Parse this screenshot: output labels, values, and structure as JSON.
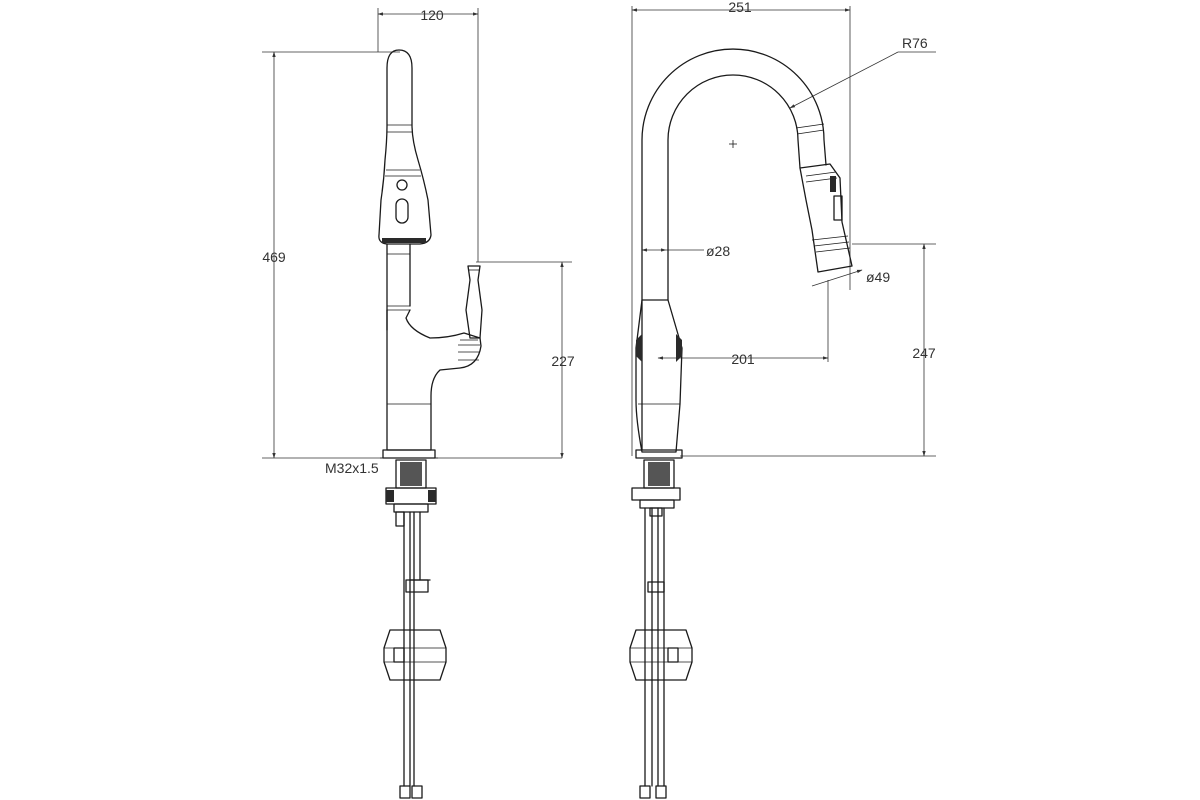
{
  "drawing": {
    "side_view": {
      "width_label": "120",
      "height_label": "469",
      "handle_height_label": "227",
      "thread_label": "M32x1.5"
    },
    "front_view": {
      "width_label": "251",
      "radius_label": "R76",
      "body_diameter_label": "ø28",
      "head_diameter_label": "ø49",
      "reach_label": "201",
      "spout_height_label": "247"
    }
  }
}
